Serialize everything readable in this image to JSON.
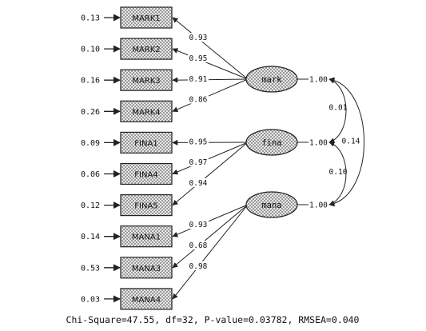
{
  "observed": [
    {
      "label": "MARK1",
      "error": "0.13"
    },
    {
      "label": "MARK2",
      "error": "0.10"
    },
    {
      "label": "MARK3",
      "error": "0.16"
    },
    {
      "label": "MARK4",
      "error": "0.26"
    },
    {
      "label": "FINA1",
      "error": "0.09"
    },
    {
      "label": "FINA4",
      "error": "0.06"
    },
    {
      "label": "FINA5",
      "error": "0.12"
    },
    {
      "label": "MANA1",
      "error": "0.14"
    },
    {
      "label": "MANA3",
      "error": "0.53"
    },
    {
      "label": "MANA4",
      "error": "0.03"
    }
  ],
  "latents": [
    {
      "label": "mark",
      "variance": "1.00"
    },
    {
      "label": "fina",
      "variance": "1.00"
    },
    {
      "label": "mana",
      "variance": "1.00"
    }
  ],
  "loadings": [
    {
      "from": 0,
      "to": 0,
      "value": "0.93"
    },
    {
      "from": 0,
      "to": 1,
      "value": "0.95"
    },
    {
      "from": 0,
      "to": 2,
      "value": "0.91"
    },
    {
      "from": 0,
      "to": 3,
      "value": "0.86"
    },
    {
      "from": 1,
      "to": 4,
      "value": "0.95"
    },
    {
      "from": 1,
      "to": 5,
      "value": "0.97"
    },
    {
      "from": 1,
      "to": 6,
      "value": "0.94"
    },
    {
      "from": 2,
      "to": 7,
      "value": "0.93"
    },
    {
      "from": 2,
      "to": 8,
      "value": "0.68"
    },
    {
      "from": 2,
      "to": 9,
      "value": "0.98"
    }
  ],
  "covariances": [
    {
      "a": 0,
      "b": 1,
      "value": "0.01"
    },
    {
      "a": 1,
      "b": 2,
      "value": "0.10"
    },
    {
      "a": 0,
      "b": 2,
      "value": "0.14"
    }
  ],
  "fit_summary": "Chi-Square=47.55, df=32, P-value=0.03782, RMSEA=0.040",
  "colors": {
    "line": "#222222",
    "box_fill": "#c9c9c9",
    "text": "#111111"
  }
}
